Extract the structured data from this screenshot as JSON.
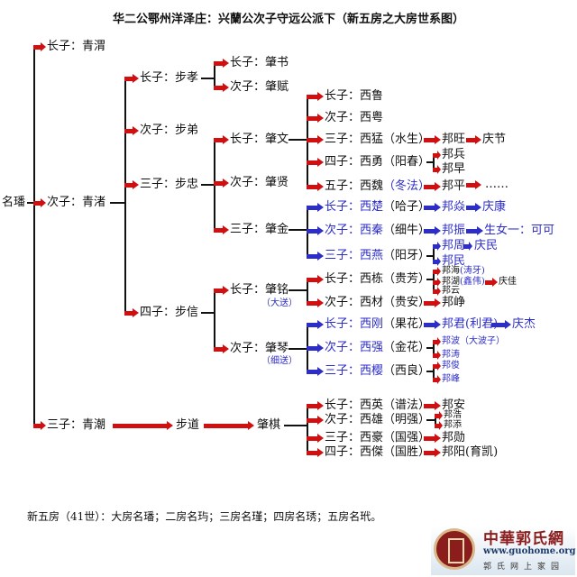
{
  "title": "华二公鄂州洋泽庄：兴蘭公次子守远公派下（新五房之大房世系图）",
  "colors": {
    "red": "#d01010",
    "blue": "#2d2dc8",
    "black": "#111111"
  },
  "nodes": [
    {
      "id": "root",
      "parts": [
        {
          "t": "名璠",
          "c": "black"
        }
      ]
    },
    {
      "id": "a",
      "parts": [
        {
          "t": "长子：青渭",
          "c": "black"
        }
      ]
    },
    {
      "id": "b",
      "parts": [
        {
          "t": "次子：青渚",
          "c": "black"
        }
      ]
    },
    {
      "id": "c",
      "parts": [
        {
          "t": "三子：青潮",
          "c": "black"
        }
      ]
    },
    {
      "id": "b1",
      "parts": [
        {
          "t": "长子：步孝",
          "c": "black"
        }
      ]
    },
    {
      "id": "b2",
      "parts": [
        {
          "t": "次子：步弟",
          "c": "black"
        }
      ]
    },
    {
      "id": "b3",
      "parts": [
        {
          "t": "三子：步忠",
          "c": "black"
        }
      ]
    },
    {
      "id": "b4",
      "parts": [
        {
          "t": "四子：步信",
          "c": "black"
        }
      ]
    },
    {
      "id": "b1a",
      "parts": [
        {
          "t": "长子：肇书",
          "c": "black"
        }
      ]
    },
    {
      "id": "b1b",
      "parts": [
        {
          "t": "次子：肇赋",
          "c": "black"
        }
      ]
    },
    {
      "id": "b3a",
      "parts": [
        {
          "t": "长子：肇文",
          "c": "black"
        }
      ]
    },
    {
      "id": "b3b",
      "parts": [
        {
          "t": "次子：肇贤",
          "c": "black"
        }
      ]
    },
    {
      "id": "b3c",
      "parts": [
        {
          "t": "三子：肇金",
          "c": "black"
        }
      ]
    },
    {
      "id": "b3a1",
      "parts": [
        {
          "t": "长子：西鲁",
          "c": "black"
        }
      ]
    },
    {
      "id": "b3a2",
      "parts": [
        {
          "t": "次子：西粤",
          "c": "black"
        }
      ]
    },
    {
      "id": "b3a3",
      "parts": [
        {
          "t": "三子：西猛（水生）",
          "c": "black"
        }
      ]
    },
    {
      "id": "b3a3x",
      "parts": [
        {
          "t": "邦旺",
          "c": "black"
        }
      ]
    },
    {
      "id": "b3a3y",
      "parts": [
        {
          "t": "庆节",
          "c": "black"
        }
      ]
    },
    {
      "id": "b3a4",
      "parts": [
        {
          "t": "四子：西勇（阳春）",
          "c": "black"
        }
      ]
    },
    {
      "id": "b3a4x",
      "parts": [
        {
          "t": "邦兵",
          "c": "black"
        }
      ]
    },
    {
      "id": "b3a4y",
      "parts": [
        {
          "t": "邦早",
          "c": "black"
        }
      ]
    },
    {
      "id": "b3a5",
      "parts": [
        {
          "t": "五子：西魏",
          "c": "black"
        },
        {
          "t": "（冬法）",
          "c": "blue"
        }
      ]
    },
    {
      "id": "b3a5x",
      "parts": [
        {
          "t": "邦平",
          "c": "black"
        }
      ]
    },
    {
      "id": "b3a5y",
      "parts": [
        {
          "t": "……",
          "c": "black"
        }
      ]
    },
    {
      "id": "b3c1",
      "parts": [
        {
          "t": "长子：西楚",
          "c": "blue"
        },
        {
          "t": "（哈子）",
          "c": "black"
        }
      ]
    },
    {
      "id": "b3c1x",
      "parts": [
        {
          "t": "邦焱",
          "c": "blue"
        }
      ]
    },
    {
      "id": "b3c1y",
      "parts": [
        {
          "t": "庆康",
          "c": "blue"
        }
      ]
    },
    {
      "id": "b3c2",
      "parts": [
        {
          "t": "次子：西秦",
          "c": "blue"
        },
        {
          "t": "（细牛）",
          "c": "black"
        }
      ]
    },
    {
      "id": "b3c2x",
      "parts": [
        {
          "t": "邦振",
          "c": "blue"
        }
      ]
    },
    {
      "id": "b3c2y",
      "parts": [
        {
          "t": "生女一：可可",
          "c": "blue"
        }
      ]
    },
    {
      "id": "b3c3",
      "parts": [
        {
          "t": "三子：西燕",
          "c": "blue"
        },
        {
          "t": "（阳牙）",
          "c": "black"
        }
      ]
    },
    {
      "id": "b3c3x",
      "parts": [
        {
          "t": "邦周",
          "c": "blue"
        }
      ]
    },
    {
      "id": "b3c3xy",
      "parts": [
        {
          "t": "庆民",
          "c": "blue"
        }
      ]
    },
    {
      "id": "b3c3z",
      "parts": [
        {
          "t": "邦民",
          "c": "blue"
        }
      ]
    },
    {
      "id": "b4a",
      "parts": [
        {
          "t": "长子：肇铭",
          "c": "black"
        }
      ]
    },
    {
      "id": "b4an",
      "parts": [
        {
          "t": "（大送）",
          "c": "blue"
        }
      ]
    },
    {
      "id": "b4b",
      "parts": [
        {
          "t": "次子：肇琴",
          "c": "black"
        }
      ]
    },
    {
      "id": "b4bn",
      "parts": [
        {
          "t": "（细送）",
          "c": "blue"
        }
      ]
    },
    {
      "id": "b4a1",
      "parts": [
        {
          "t": "长子：西栋（贵芳）",
          "c": "black"
        }
      ]
    },
    {
      "id": "b4a1x",
      "parts": [
        {
          "t": "邦海",
          "c": "black"
        },
        {
          "t": "(涛牙)",
          "c": "blue"
        }
      ]
    },
    {
      "id": "b4a1y",
      "parts": [
        {
          "t": "邦湖",
          "c": "black"
        },
        {
          "t": "(鑫伟)",
          "c": "blue"
        }
      ]
    },
    {
      "id": "b4a1yy",
      "parts": [
        {
          "t": "庆佳",
          "c": "black"
        }
      ]
    },
    {
      "id": "b4a1z",
      "parts": [
        {
          "t": "邦云",
          "c": "black"
        }
      ]
    },
    {
      "id": "b4a2",
      "parts": [
        {
          "t": "次子：西材（贵安）",
          "c": "black"
        }
      ]
    },
    {
      "id": "b4a2x",
      "parts": [
        {
          "t": "邦峥",
          "c": "black"
        }
      ]
    },
    {
      "id": "b4b1",
      "parts": [
        {
          "t": "长子：西刚",
          "c": "blue"
        },
        {
          "t": "（果花）",
          "c": "black"
        }
      ]
    },
    {
      "id": "b4b1x",
      "parts": [
        {
          "t": "邦君",
          "c": "blue"
        },
        {
          "t": "(利君)",
          "c": "blue"
        }
      ]
    },
    {
      "id": "b4b1y",
      "parts": [
        {
          "t": "庆杰",
          "c": "blue"
        }
      ]
    },
    {
      "id": "b4b2",
      "parts": [
        {
          "t": "次子：西强",
          "c": "blue"
        },
        {
          "t": "（金花）",
          "c": "black"
        }
      ]
    },
    {
      "id": "b4b2x",
      "parts": [
        {
          "t": "邦波（大波子）",
          "c": "blue"
        }
      ]
    },
    {
      "id": "b4b2y",
      "parts": [
        {
          "t": "邦涛",
          "c": "blue"
        }
      ]
    },
    {
      "id": "b4b3",
      "parts": [
        {
          "t": "三子：西樱",
          "c": "blue"
        },
        {
          "t": "（西良）",
          "c": "black"
        }
      ]
    },
    {
      "id": "b4b3x",
      "parts": [
        {
          "t": "邦俊",
          "c": "blue"
        }
      ]
    },
    {
      "id": "b4b3y",
      "parts": [
        {
          "t": "邦峰",
          "c": "blue"
        }
      ]
    },
    {
      "id": "c1",
      "parts": [
        {
          "t": "步道",
          "c": "black"
        }
      ]
    },
    {
      "id": "c2",
      "parts": [
        {
          "t": "肇棋",
          "c": "black"
        }
      ]
    },
    {
      "id": "c21",
      "parts": [
        {
          "t": "长子：西英（谱法）",
          "c": "black"
        }
      ]
    },
    {
      "id": "c21x",
      "parts": [
        {
          "t": "邦安",
          "c": "black"
        }
      ]
    },
    {
      "id": "c22",
      "parts": [
        {
          "t": "次子：西雄（明强）",
          "c": "black"
        }
      ]
    },
    {
      "id": "c22x",
      "parts": [
        {
          "t": "邦浩",
          "c": "black"
        }
      ]
    },
    {
      "id": "c22y",
      "parts": [
        {
          "t": "邦添",
          "c": "black"
        }
      ]
    },
    {
      "id": "c23",
      "parts": [
        {
          "t": "三子：西豪（国强）",
          "c": "black"
        }
      ]
    },
    {
      "id": "c23x",
      "parts": [
        {
          "t": "邦勋",
          "c": "black"
        }
      ]
    },
    {
      "id": "c24",
      "parts": [
        {
          "t": "四子：西傑（国胜）",
          "c": "black"
        }
      ]
    },
    {
      "id": "c24x",
      "parts": [
        {
          "t": "邦阳(育凯)",
          "c": "black"
        }
      ]
    }
  ],
  "footer": "新五房（41世）：大房名璠；二房名玙；三房名瑾；四房名琇；五房名玳。",
  "logo": {
    "name": "中華郭氏網",
    "url": "www.guohome.org",
    "tagline": "郭氏网上家园"
  }
}
